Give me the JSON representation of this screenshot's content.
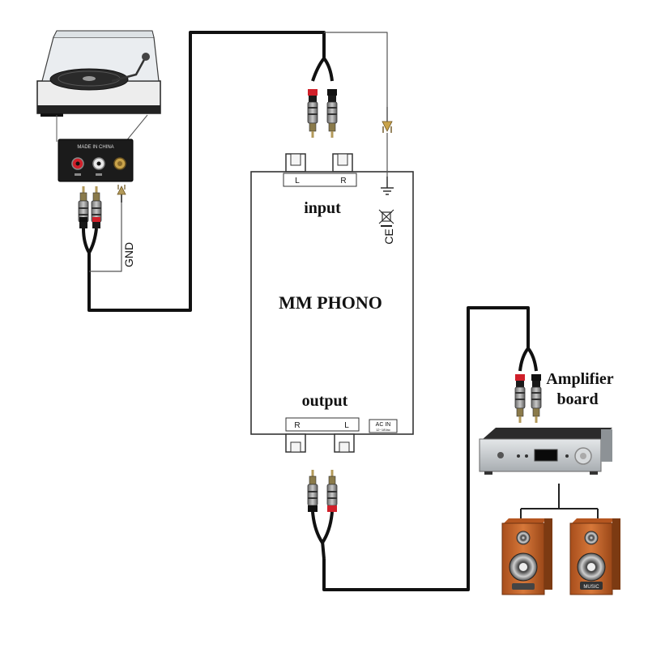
{
  "box": {
    "title": "MM PHONO",
    "input_label": "input",
    "output_label": "output",
    "input_jacks": [
      "L",
      "R"
    ],
    "output_jacks": [
      "R",
      "L"
    ],
    "ac_in_label": "AC IN",
    "ac_in_spec": "12~18Vac",
    "ce_mark": "CE"
  },
  "turntable": {
    "rear_panel_text": "MADE IN CHINA",
    "ground_label": "GND"
  },
  "amplifier": {
    "label_line1": "Amplifier",
    "label_line2": "board"
  },
  "speakers": {
    "badge_text": "MUSIC"
  },
  "icons": {
    "ground": "ground-symbol-icon",
    "weee": "weee-bin-icon",
    "rca": "rca-plug-icon",
    "spade": "spade-terminal-icon"
  },
  "colors": {
    "cable": "#111111",
    "rca_red": "#d0202a",
    "speaker_wood": "#c8642a",
    "amp_silver": "#c9cdd0"
  }
}
